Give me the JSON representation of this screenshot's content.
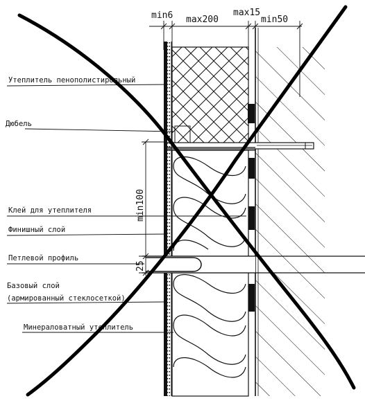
{
  "dimensions": {
    "top": [
      "min6",
      "max200",
      "max15",
      "min50"
    ],
    "vertical_min100": "min100",
    "vertical_25": "25"
  },
  "labels": [
    "Утеплитель пенополистирольный",
    "Дюбель",
    "Клей для утеплителя",
    "Финишный слой",
    "Петлевой профиль",
    "Базовый слой",
    "(армированный стеклосеткой)",
    "Минераловатный утеплитель"
  ],
  "colors": {
    "ink": "#111111",
    "paper": "#ffffff"
  }
}
